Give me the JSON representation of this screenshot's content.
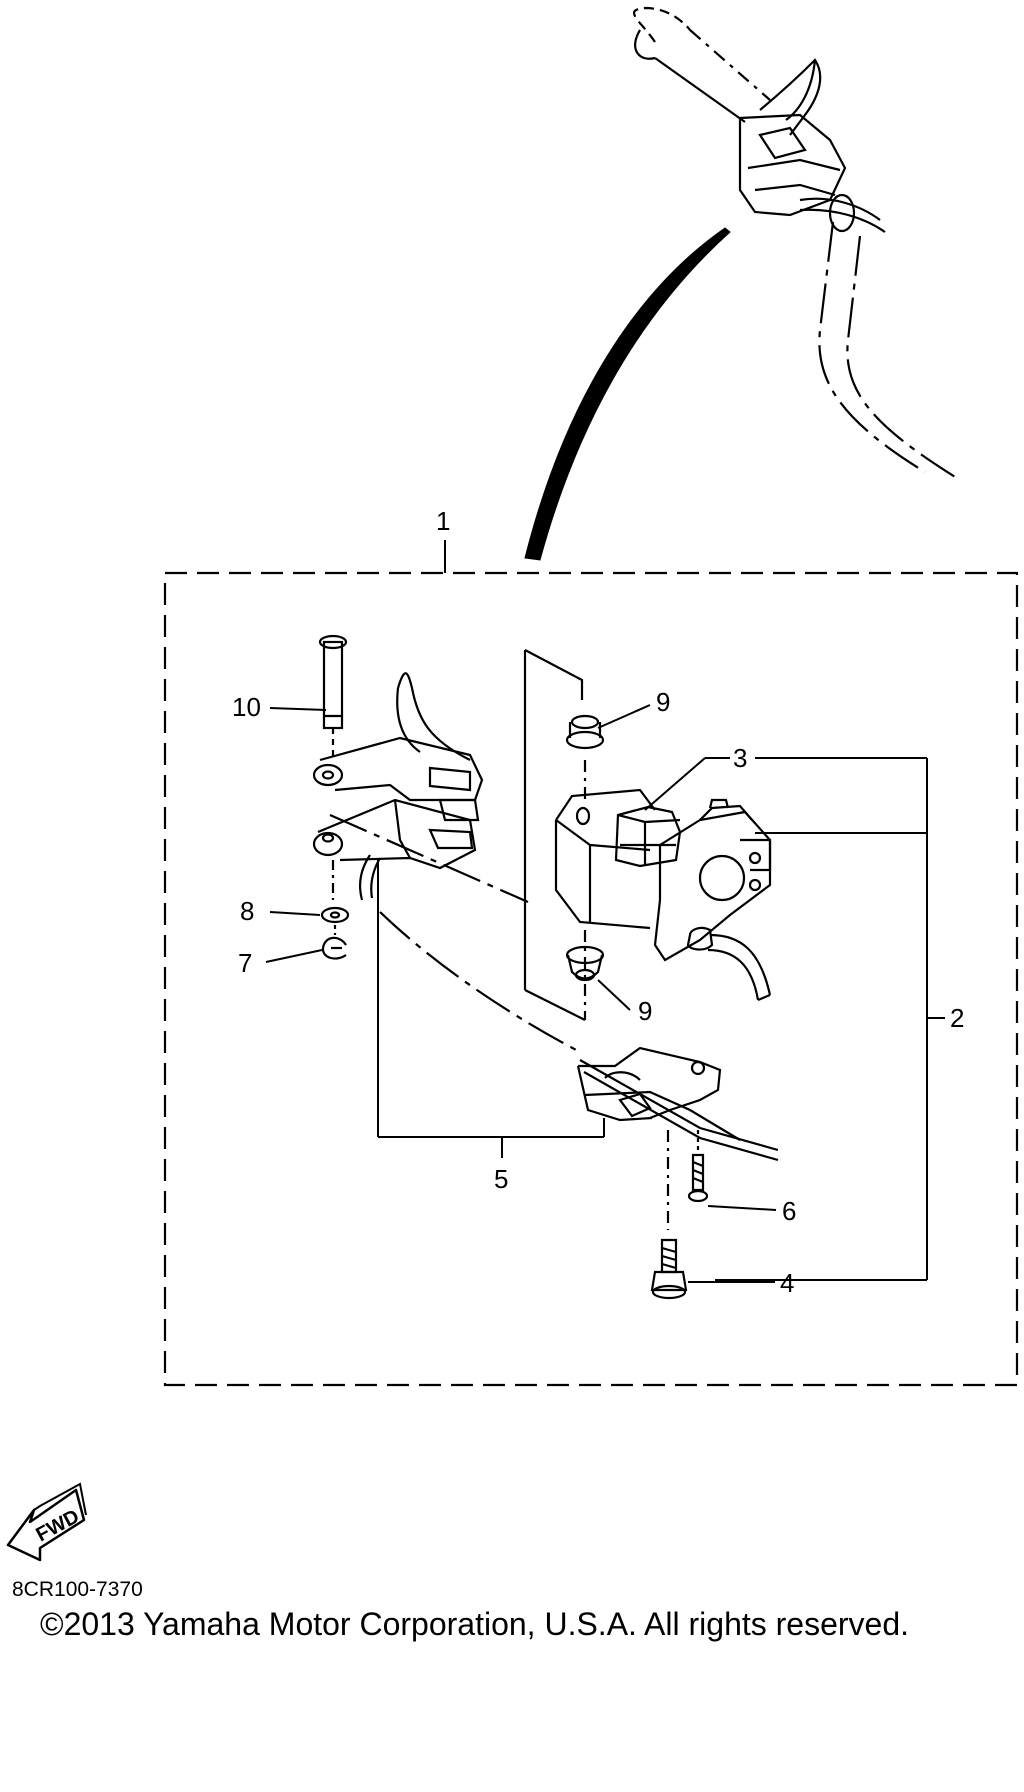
{
  "diagram": {
    "callouts": {
      "c1": "1",
      "c2": "2",
      "c3": "3",
      "c4": "4",
      "c5": "5",
      "c6": "6",
      "c7": "7",
      "c8": "8",
      "c9a": "9",
      "c9b": "9",
      "c10": "10"
    },
    "fwd_label": "FWD"
  },
  "footer": {
    "part_code": "8CR100-7370",
    "copyright": "©2013 Yamaha Motor Corporation, U.S.A. All rights reserved."
  }
}
